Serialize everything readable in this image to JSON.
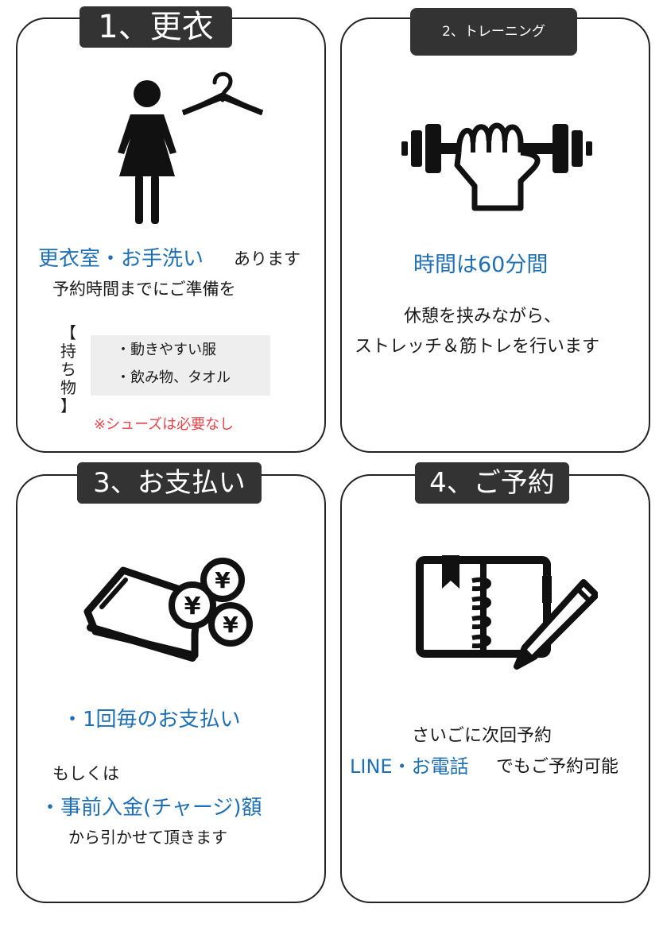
{
  "colors": {
    "accent_blue": "#1f6fb3",
    "warning_red": "#e8424a",
    "tag_bg": "#333333",
    "item_box_bg": "#eeeeee"
  },
  "steps": [
    {
      "tag": "1、更衣",
      "icon": "woman-hanger-icon",
      "highlight": "更衣室・お手洗い",
      "highlight_suffix": "あります",
      "line2": "予約時間までにご準備を",
      "belongings_label": [
        "【",
        "持",
        "ち",
        "物",
        "】"
      ],
      "belongings": [
        "・動きやすい服",
        "・飲み物、タオル"
      ],
      "note": "※シューズは必要なし"
    },
    {
      "tag": "2、トレーニング",
      "icon": "dumbbell-hand-icon",
      "highlight": "時間は60分間",
      "lines": [
        "休憩を挟みながら、",
        "ストレッチ＆筋トレを行います"
      ]
    },
    {
      "tag": "3、お支払い",
      "icon": "wallet-yen-coins-icon",
      "highlight1": "・1回毎のお支払い",
      "text1": "もしくは",
      "highlight2": "・事前入金(チャージ)額",
      "text2": "から引かせて頂きます"
    },
    {
      "tag": "4、ご予約",
      "icon": "notebook-pen-icon",
      "line1": "さいごに次回予約",
      "highlight": "LINE・お電話",
      "highlight_suffix": "でもご予約可能"
    }
  ]
}
